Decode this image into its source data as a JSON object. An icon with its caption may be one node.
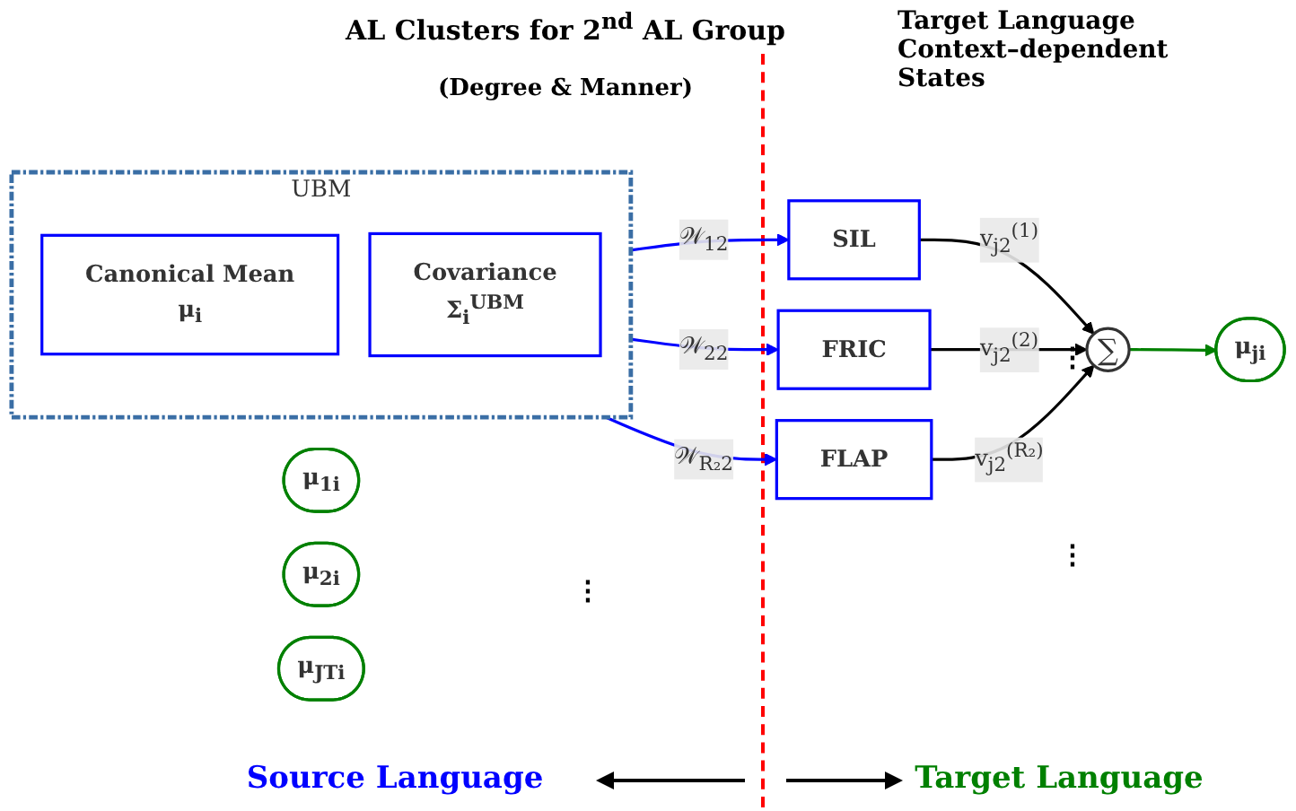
{
  "diagram": {
    "nodes": [
      {
        "text": [
          "UBM"
        ]
      },
      {
        "text": [
          "Canonical Mean",
          "μ$_{i}$"
        ],
        "in": 0
      },
      {
        "text": [
          "Covariance",
          "Σ$_{i}$$^{UBM}$"
        ],
        "in": 0
      },
      {
        "text": [
          "SIL"
        ]
      },
      {
        "text": [
          "FRIC"
        ]
      },
      {
        "text": [
          "FLAP"
        ]
      },
      {
        "text": [
          "∑"
        ]
      },
      {
        "text": [
          "μ$_{1i}$"
        ]
      },
      {
        "text": [
          "μ$_{2i}$"
        ]
      },
      {
        "text": [
          "μ$_{ji}$"
        ]
      },
      {
        "text": [
          "μ$_{JTi}$"
        ]
      }
    ],
    "edges": [
      {
        "from": 0,
        "to": 3,
        "arrow": "to",
        "label": "𝒲$_{12}$",
        "color": "#0000ff"
      },
      {
        "from": 0,
        "to": 4,
        "arrow": "to",
        "label": "𝒲$_{22}$",
        "color": "#0000ff"
      },
      {
        "from": 0,
        "to": 5,
        "arrow": "to",
        "label": "𝒲$_{R₂2}$",
        "color": "#0000ff"
      },
      {
        "from": 3,
        "to": 6,
        "arrow": "to",
        "label": "v$_{j2}$$^{(1)}$",
        "color": "#000000"
      },
      {
        "from": 4,
        "to": 6,
        "arrow": "to",
        "label": "v$_{j2}$$^{(2)}$",
        "color": "#000000"
      },
      {
        "from": 5,
        "to": 6,
        "arrow": "to",
        "label": "v$_{j2}$$^{(R₂)}$",
        "color": "#000000"
      },
      {
        "from": 6,
        "to": 9,
        "arrow": "to",
        "color": "#008000"
      }
    ],
    "labels": [
      "AL Clusters for 2$^{nd}$ AL Group",
      "(Degree & Manner)",
      "Target Language Context–dependent States",
      "⋮",
      "⋮",
      "⋮",
      "Source Language",
      "Target Language"
    ]
  }
}
